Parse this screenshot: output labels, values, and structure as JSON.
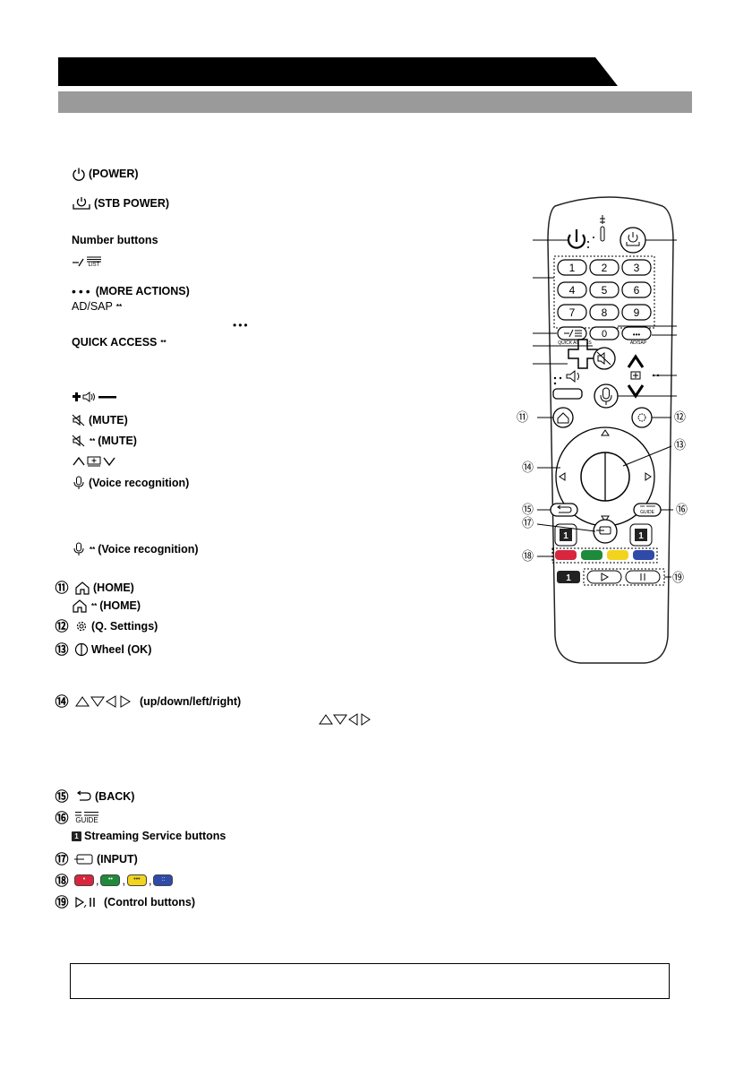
{
  "page": {
    "header_title": "",
    "sub_title": "",
    "footer_note": ""
  },
  "labels": {
    "power": "(POWER)",
    "stb_power": "(STB POWER)",
    "number_buttons": "Number buttons",
    "list_glyph": "LIST",
    "more_actions": "(MORE ACTIONS)",
    "ad_sap": "AD/SAP",
    "quick_access": "QUICK ACCESS",
    "mute": "(MUTE)",
    "mute_star": "(MUTE)",
    "voice": "(Voice recognition)",
    "voice_star": "(Voice recognition)",
    "home": "(HOME)",
    "home_star": "(HOME)",
    "qsettings": "(Q. Settings)",
    "wheel": "Wheel (OK)",
    "arrows": "(up/down/left/right)",
    "back": "(BACK)",
    "guide_glyph": "GUIDE",
    "streaming": "Streaming Service buttons",
    "input": "(INPUT)",
    "control": "(Control buttons)",
    "star": "**",
    "sq_num": "1"
  },
  "numbers": {
    "n11": "⑪",
    "n12": "⑫",
    "n13": "⑬",
    "n14": "⑭",
    "n15": "⑮",
    "n16": "⑯",
    "n17": "⑰",
    "n18": "⑱",
    "n19": "⑲"
  },
  "remote": {
    "number_keys": [
      "1",
      "2",
      "3",
      "4",
      "5",
      "6",
      "7",
      "8",
      "9",
      "0"
    ],
    "quick_access_label": "QUICK ACCESS",
    "ad_sap_label": "AD/SAP",
    "guide_label": "GUIDE",
    "stream_label": "1",
    "callouts": [
      "⑪",
      "⑫",
      "⑬",
      "⑭",
      "⑮",
      "⑯",
      "⑰",
      "⑱",
      "⑲"
    ],
    "colors": {
      "red": "#d7263d",
      "green": "#1e8a3c",
      "yellow": "#f2d41f",
      "blue": "#2f4aa8"
    }
  }
}
